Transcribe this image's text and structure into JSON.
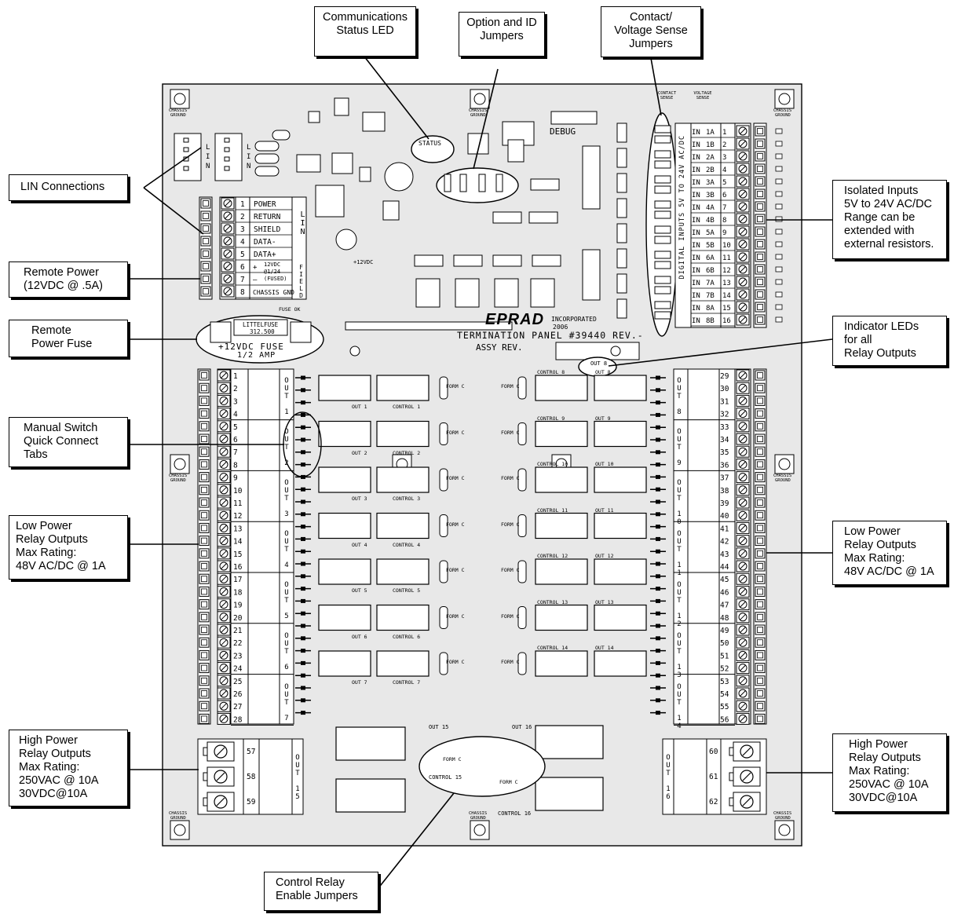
{
  "callouts": {
    "comm_status_led": [
      "Communications",
      "Status LED"
    ],
    "option_id_jumpers": [
      "Option and ID",
      "Jumpers"
    ],
    "contact_voltage_jumpers": [
      "Contact/",
      "Voltage Sense",
      "Jumpers"
    ],
    "lin_connections": [
      "LIN Connections"
    ],
    "remote_power": [
      "Remote Power",
      "(12VDC @ .5A)"
    ],
    "remote_power_fuse": [
      "Remote",
      "Power Fuse"
    ],
    "manual_switch": [
      "Manual Switch",
      "Quick Connect",
      "Tabs"
    ],
    "low_power_left": [
      "Low Power",
      "Relay Outputs",
      "Max Rating:",
      "48V AC/DC @ 1A"
    ],
    "high_power_left": [
      "High Power",
      "Relay Outputs",
      "Max Rating:",
      "250VAC @ 10A",
      "30VDC@10A"
    ],
    "isolated_inputs": [
      "Isolated Inputs",
      "5V to 24V AC/DC",
      "Range can be",
      "extended with",
      "external resistors."
    ],
    "indicator_leds": [
      "Indicator LEDs",
      "for all",
      "Relay Outputs"
    ],
    "low_power_right": [
      "Low Power",
      "Relay Outputs",
      "Max Rating:",
      "48V AC/DC @ 1A"
    ],
    "high_power_right": [
      "High Power",
      "Relay Outputs",
      "Max Rating:",
      "250VAC @ 10A",
      "30VDC@10A"
    ],
    "control_relay_jumpers": [
      "Control Relay",
      "Enable Jumpers"
    ]
  },
  "board": {
    "title": "TERMINATION PANEL #39440 REV.-",
    "assy_rev": "ASSY REV.",
    "brand": "EPRAD",
    "brand_sub": "INCORPORATED",
    "year": "2006",
    "debug": "DEBUG",
    "status": "STATUS",
    "chassis_ground": [
      "CHASSIS",
      "GROUND"
    ],
    "lin_terminals": [
      {
        "num": "1",
        "label": "POWER"
      },
      {
        "num": "2",
        "label": "RETURN"
      },
      {
        "num": "3",
        "label": "SHIELD"
      },
      {
        "num": "4",
        "label": "DATA-"
      },
      {
        "num": "5",
        "label": "DATA+"
      },
      {
        "num": "6",
        "label": "+"
      },
      {
        "num": "7",
        "label": "—"
      },
      {
        "num": "8",
        "label": "CHASSIS GND"
      }
    ],
    "lin_side": "LIN",
    "field_side": "FIELD",
    "field_power": [
      "12VDC",
      "@1/24",
      "(FUSED)"
    ],
    "fuse": {
      "brand": "LITTELFUSE",
      "part": "312.500",
      "line1": "+12VDC FUSE",
      "line2": "1/2 AMP"
    },
    "fuse_ok": "FUSE OK",
    "plus_12vdc": "+12VDC",
    "inputs": [
      "1A",
      "1B",
      "2A",
      "2B",
      "3A",
      "3B",
      "4A",
      "4B",
      "5A",
      "5B",
      "6A",
      "6B",
      "7A",
      "7B",
      "8A",
      "8B"
    ],
    "input_nums": [
      "1",
      "2",
      "3",
      "4",
      "5",
      "6",
      "7",
      "8",
      "9",
      "10",
      "11",
      "12",
      "13",
      "14",
      "15",
      "16"
    ],
    "input_prefix": "IN",
    "inputs_side": "DIGITAL INPUTS 5V TO 24V AC/DC",
    "contact_sense": "CONTACT SENSE",
    "voltage_sense": "VOLTAGE SENSE",
    "left_outputs": [
      "OUT 1",
      "OUT 2",
      "OUT 3",
      "OUT 4",
      "OUT 5",
      "OUT 6",
      "OUT 7"
    ],
    "right_outputs": [
      "OUT 8",
      "OUT 9",
      "OUT 10",
      "OUT 11",
      "OUT 12",
      "OUT 13",
      "OUT 14"
    ],
    "hp_left_label": "OUT 15",
    "hp_right_label": "OUT 16",
    "left_terms": [
      "1",
      "2",
      "3",
      "4",
      "5",
      "6",
      "7",
      "8",
      "9",
      "10",
      "11",
      "12",
      "13",
      "14",
      "15",
      "16",
      "17",
      "18",
      "19",
      "20",
      "21",
      "22",
      "23",
      "24",
      "25",
      "26",
      "27",
      "28"
    ],
    "right_terms": [
      "29",
      "30",
      "31",
      "32",
      "33",
      "34",
      "35",
      "36",
      "37",
      "38",
      "39",
      "40",
      "41",
      "42",
      "43",
      "44",
      "45",
      "46",
      "47",
      "48",
      "49",
      "50",
      "51",
      "52",
      "53",
      "54",
      "55",
      "56"
    ],
    "hp_left_terms": [
      "57",
      "58",
      "59"
    ],
    "hp_right_terms": [
      "60",
      "61",
      "62"
    ],
    "left_relay_labels": [
      [
        "OUT 1",
        "CONTROL 1"
      ],
      [
        "OUT 2",
        "CONTROL 2"
      ],
      [
        "OUT 3",
        "CONTROL 3"
      ],
      [
        "OUT 4",
        "CONTROL 4"
      ],
      [
        "OUT 5",
        "CONTROL 5"
      ],
      [
        "OUT 6",
        "CONTROL 6"
      ],
      [
        "OUT 7",
        "CONTROL 7"
      ]
    ],
    "right_relay_labels": [
      [
        "CONTROL 8",
        "OUT 8"
      ],
      [
        "CONTROL 9",
        "OUT 9"
      ],
      [
        "CONTROL 10",
        "OUT 10"
      ],
      [
        "CONTROL 11",
        "OUT 11"
      ],
      [
        "CONTROL 12",
        "OUT 12"
      ],
      [
        "CONTROL 13",
        "OUT 13"
      ],
      [
        "CONTROL 14",
        "OUT 14"
      ]
    ],
    "form_c": "FORM C",
    "out15": "OUT 15",
    "out16": "OUT 16",
    "control15": "CONTROL 15",
    "control16": "CONTROL 16",
    "out8_led": "OUT 8"
  }
}
